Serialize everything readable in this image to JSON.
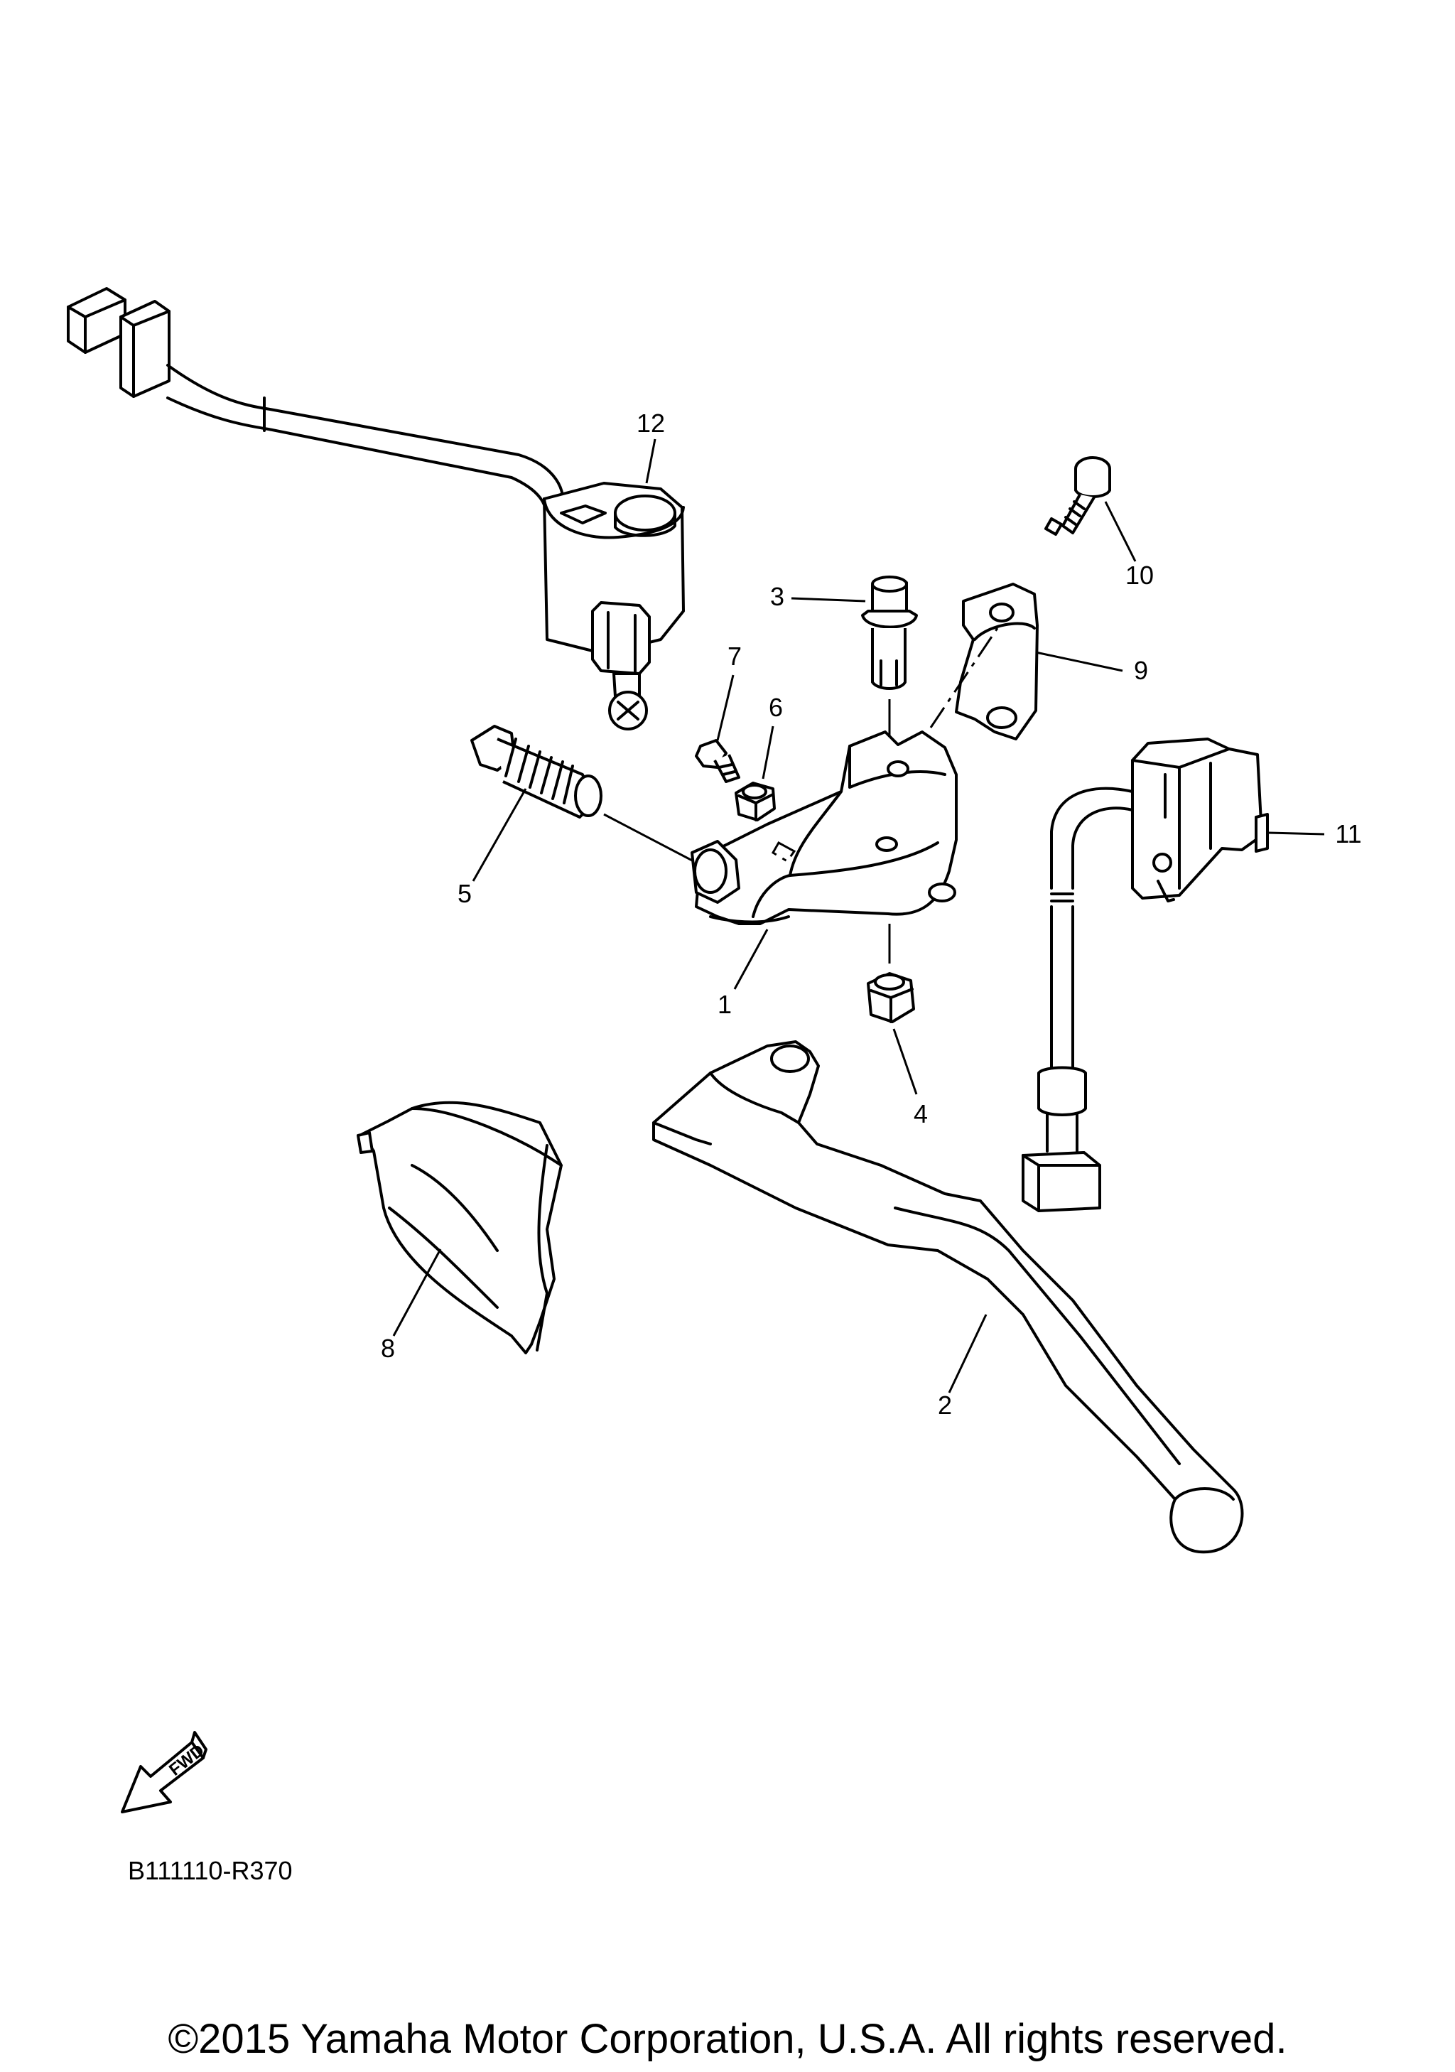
{
  "diagram": {
    "callouts": {
      "p1": "1",
      "p2": "2",
      "p3": "3",
      "p4": "4",
      "p5": "5",
      "p6": "6",
      "p7": "7",
      "p8": "8",
      "p9": "9",
      "p10": "10",
      "p11": "11",
      "p12": "12"
    },
    "fwd_label": "FWD",
    "code": "B111110-R370"
  },
  "footer": {
    "copyright": "©2015 Yamaha Motor Corporation, U.S.A. All rights reserved."
  }
}
